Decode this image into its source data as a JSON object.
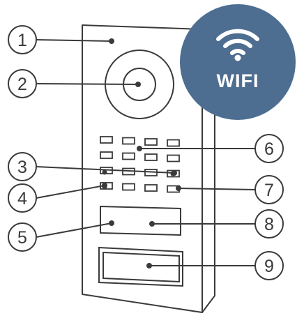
{
  "badge": {
    "text": "WIFI",
    "color": "#4d6e91",
    "icon": "wifi-icon"
  },
  "callouts": [
    {
      "number": "1",
      "target": "housing"
    },
    {
      "number": "2",
      "target": "camera"
    },
    {
      "number": "3",
      "target": "keypad-button"
    },
    {
      "number": "4",
      "target": "keypad-button"
    },
    {
      "number": "5",
      "target": "display-window"
    },
    {
      "number": "6",
      "target": "keypad"
    },
    {
      "number": "7",
      "target": "keypad-button"
    },
    {
      "number": "8",
      "target": "display-window"
    },
    {
      "number": "9",
      "target": "name-plate"
    }
  ],
  "colors": {
    "line": "#3a3a3a",
    "fill": "#ffffff"
  }
}
